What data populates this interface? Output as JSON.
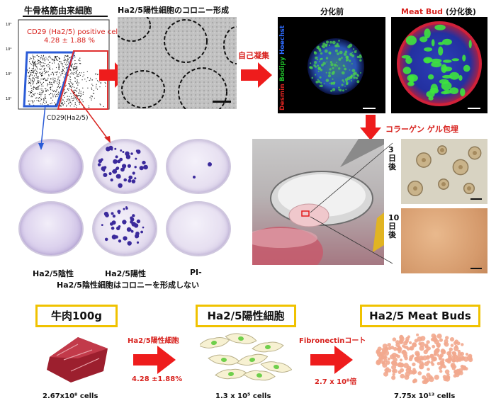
{
  "top_left_title": "牛骨格筋由来細胞",
  "flow": {
    "positive_label": "CD29 (Ha2/5) positive cells",
    "positive_value": "4.28 ± 1.88 %",
    "x_axis": "CD29(Ha2/5)"
  },
  "colony_title": "Ha2/5陽性細胞のコロニー形成",
  "self_aggregation": "自己凝集",
  "before_title": "分化前",
  "after_title_a": "Meat Bud",
  "after_title_b": " (分化後)",
  "stain": {
    "desmin": "Desmin",
    "bodipy": "Bodipy",
    "hoechst": "Hoechst"
  },
  "collagen_label": "コラーゲン ゲル包埋",
  "day3": "3日後",
  "day10": "10日後",
  "dishes": {
    "neg_label": "Ha2/5陰性",
    "pos_label": "Ha2/5陽性",
    "pi_label": "PI-",
    "caption": "Ha2/5陰性細胞はコロニーを形成しない"
  },
  "bottom": {
    "beef_title": "牛肉100g",
    "cells_title": "Ha2/5陽性細胞",
    "buds_title": "Ha2/5 Meat Buds",
    "arrow1_top": "Ha2/5陽性細胞",
    "arrow1_bottom": "4.28 ±1.88%",
    "arrow2_top": "Fibronectinコート",
    "arrow2_bottom": "2.7 x 10⁸倍",
    "beef_count": "2.67x10⁸ cells",
    "cells_count": "1.3 x 10⁵ cells",
    "buds_count": "7.75x 10¹³ cells"
  },
  "colors": {
    "accent_red": "#d8231f",
    "box_yellow": "#f0c200",
    "flow_red": "#e03030",
    "flow_blue": "#2a5bd7"
  }
}
